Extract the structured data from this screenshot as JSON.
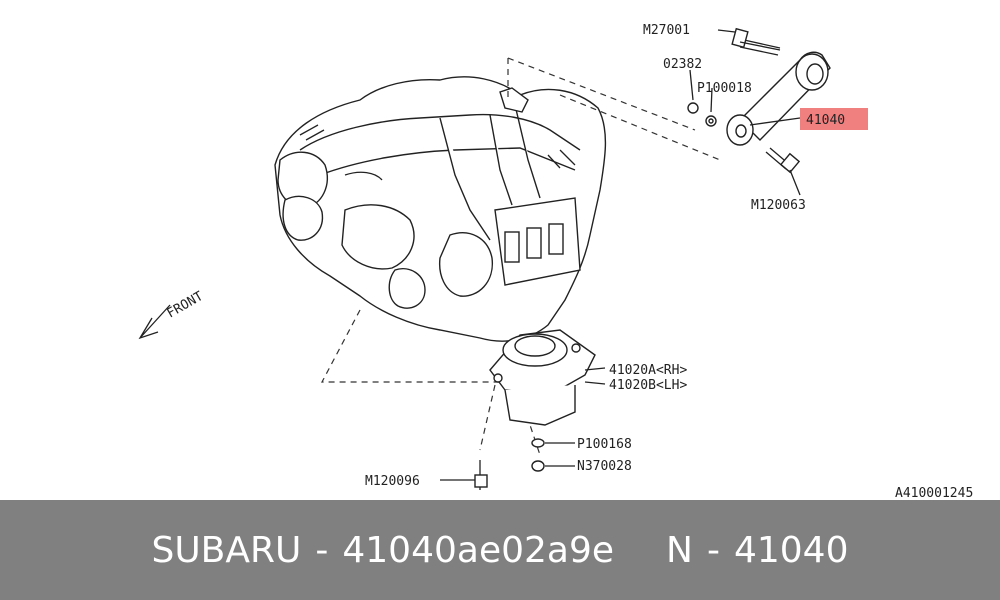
{
  "diagram": {
    "labels": {
      "m27001": "M27001",
      "n02382": "02382",
      "p100018": "P100018",
      "p41040": "41040",
      "m120063": "M120063",
      "p41020a": "41020A<RH>",
      "p41020b": "41020B<LH>",
      "p100168": "P100168",
      "n370028": "N370028",
      "m120096": "M120096",
      "ref": "A410001245",
      "front": "FRONT"
    },
    "highlight_color": "#f08080"
  },
  "footer": {
    "brand": "SUBARU",
    "sep1": "-",
    "part_code": "41040ae02a9e",
    "n_label": "N",
    "sep2": "-",
    "number": "41040"
  }
}
